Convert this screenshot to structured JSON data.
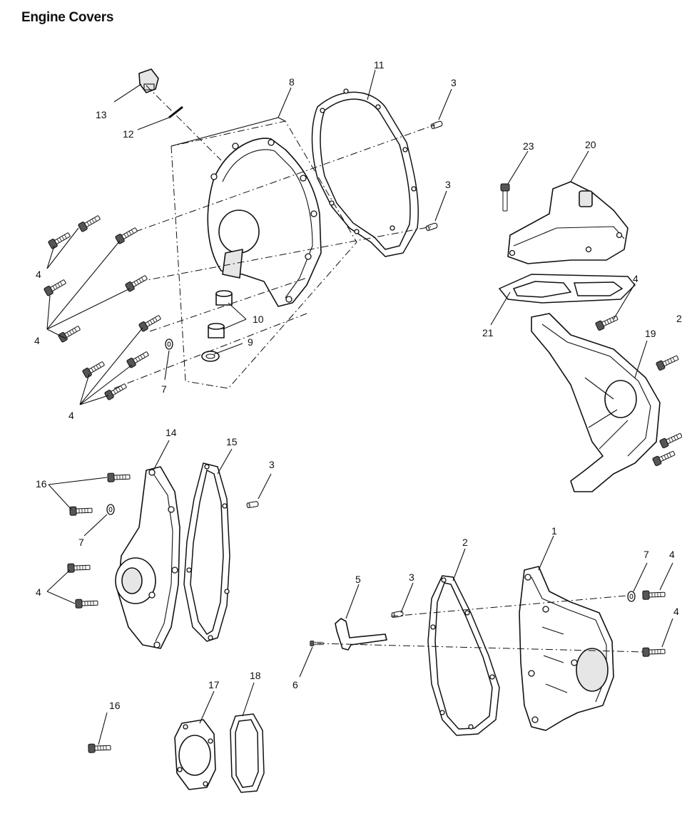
{
  "page": {
    "title": "Engine Covers"
  },
  "callouts": {
    "c1": "1",
    "c2": "2",
    "c3a": "3",
    "c3b": "3",
    "c3c": "3",
    "c3d": "3",
    "c4a": "4",
    "c4b": "4",
    "c4c": "4",
    "c4d": "4",
    "c4e": "4",
    "c4f": "4",
    "c4g": "4",
    "c5": "5",
    "c6": "6",
    "c7a": "7",
    "c7b": "7",
    "c7c": "7",
    "c8": "8",
    "c9": "9",
    "c10": "10",
    "c11": "11",
    "c12": "12",
    "c13": "13",
    "c14": "14",
    "c15": "15",
    "c16a": "16",
    "c16b": "16",
    "c17": "17",
    "c18": "18",
    "c19": "19",
    "c20": "20",
    "c21": "21",
    "c23": "23",
    "c2x": "2"
  }
}
